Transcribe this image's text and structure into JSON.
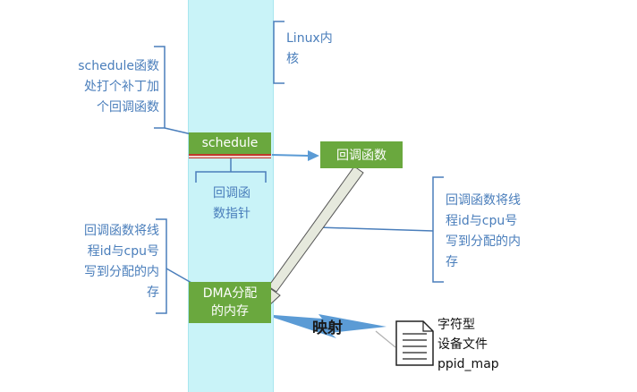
{
  "kernel": {
    "label_line1": "Linux内",
    "label_line2": "核"
  },
  "left_callout_top": {
    "line1": "schedule函数",
    "line2": "处打个补丁加",
    "line3": "个回调函数"
  },
  "schedule_box": {
    "label": "schedule"
  },
  "callback_box": {
    "label": "回调函数"
  },
  "pointer_label": {
    "line1": "回调函",
    "line2": "数指针"
  },
  "right_callout": {
    "line1": "回调函数将线",
    "line2": "程id与cpu号",
    "line3": "写到分配的内",
    "line4": "存"
  },
  "left_callout_bottom": {
    "line1": "回调函数将线",
    "line2": "程id与cpu号",
    "line3": "写到分配的内",
    "line4": "存"
  },
  "dma_box": {
    "line1": "DMA分配",
    "line2": "的内存"
  },
  "mapping": {
    "label": "映射"
  },
  "device_file": {
    "line1": "字符型",
    "line2": "设备文件",
    "line3": "ppid_map"
  },
  "colors": {
    "kernel_band": "#c9f3f8",
    "callout_text": "#4a7ebb",
    "box_green": "#6aa83e",
    "arrow_blue": "#5b9bd5",
    "schedule_underline": "#c0392b"
  },
  "icons": [
    "document-icon",
    "arrow-icon",
    "bracket-icon"
  ]
}
